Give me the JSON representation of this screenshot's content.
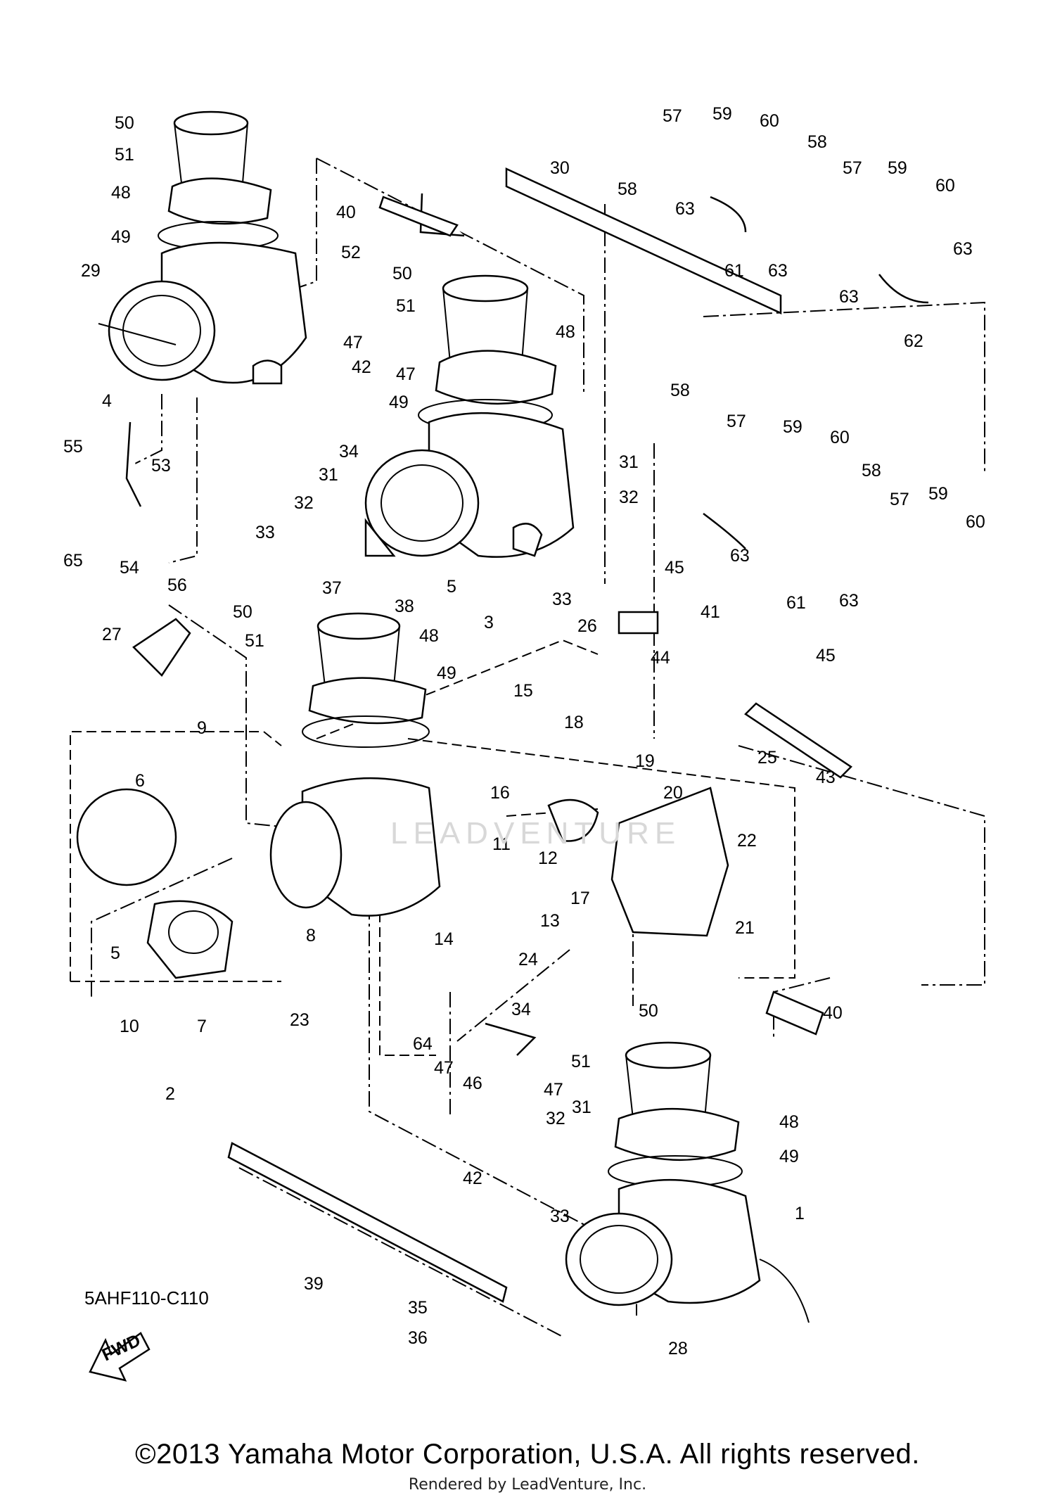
{
  "diagram_code": "5AHF110-C110",
  "fwd_label": "FWD",
  "copyright": "©2013 Yamaha Motor Corporation, U.S.A. All rights reserved.",
  "rendered_by": "Rendered by LeadVenture, Inc.",
  "watermark": "LEADVENTURE",
  "callouts": [
    "50",
    "51",
    "48",
    "49",
    "29",
    "4",
    "55",
    "53",
    "65",
    "54",
    "56",
    "27",
    "50",
    "51",
    "48",
    "49",
    "6",
    "9",
    "5",
    "10",
    "7",
    "8",
    "23",
    "2",
    "52",
    "47",
    "42",
    "47",
    "40",
    "34",
    "31",
    "32",
    "33",
    "50",
    "51",
    "48",
    "49",
    "31",
    "32",
    "33",
    "5",
    "3",
    "37",
    "38",
    "26",
    "15",
    "16",
    "18",
    "19",
    "20",
    "22",
    "21",
    "11",
    "12",
    "13",
    "17",
    "14",
    "24",
    "34",
    "64",
    "47",
    "46",
    "47",
    "42",
    "32",
    "31",
    "33",
    "50",
    "51",
    "48",
    "49",
    "40",
    "1",
    "39",
    "35",
    "36",
    "28",
    "30",
    "58",
    "57",
    "59",
    "60",
    "58",
    "57",
    "59",
    "60",
    "63",
    "61",
    "63",
    "63",
    "63",
    "62",
    "58",
    "57",
    "59",
    "60",
    "58",
    "57",
    "59",
    "60",
    "63",
    "61",
    "63",
    "45",
    "41",
    "44",
    "45",
    "25",
    "43"
  ]
}
